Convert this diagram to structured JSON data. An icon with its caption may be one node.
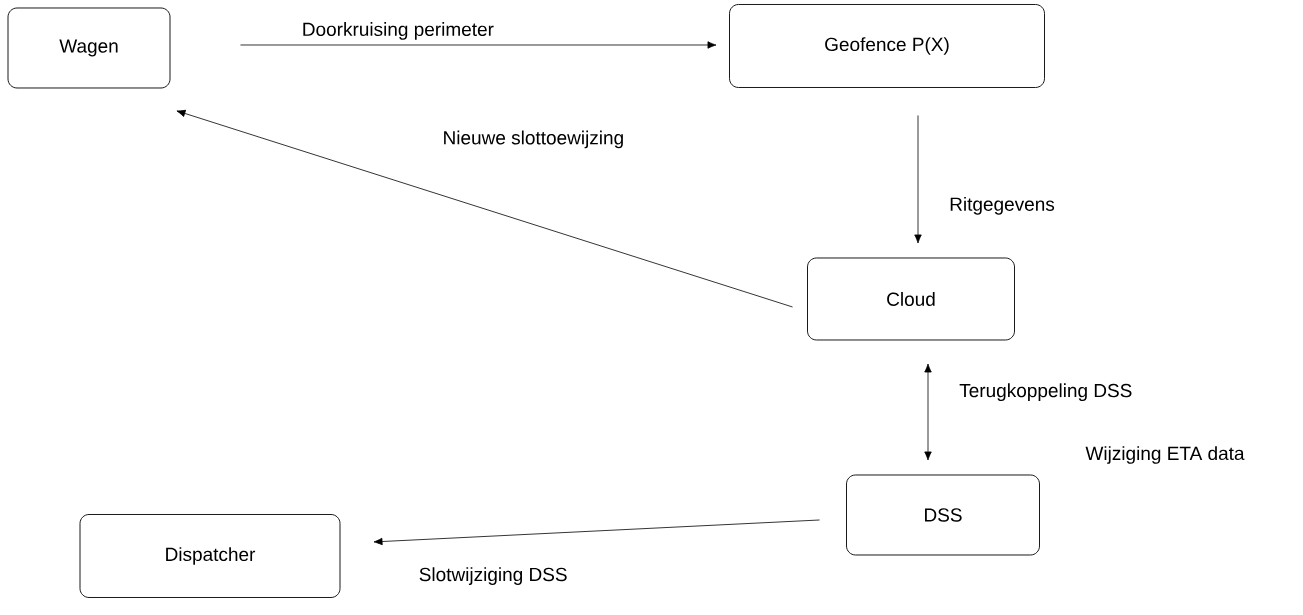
{
  "diagram": {
    "nodes": [
      {
        "text": [
          "Wagen"
        ]
      },
      {
        "text": [
          "Geofence P(X)"
        ]
      },
      {
        "text": [
          "Cloud"
        ]
      },
      {
        "text": [
          "DSS"
        ]
      },
      {
        "text": [
          "Dispatcher"
        ]
      }
    ],
    "edges": [
      {
        "from": 0,
        "to": 1,
        "arrow": "to",
        "label": "Doorkruising perimeter"
      },
      {
        "from": 1,
        "to": 2,
        "arrow": "to",
        "label": "Ritgegevens"
      },
      {
        "from": 2,
        "to": 0,
        "arrow": "to",
        "label": "Nieuwe slottoewijzing"
      },
      {
        "from": 2,
        "to": 3,
        "arrow": "both",
        "label": "Terugkoppeling DSS"
      },
      {
        "from": 3,
        "to": 4,
        "arrow": "to",
        "label": "Slotwijziging DSS"
      }
    ],
    "labels": [
      "Wijziging ETA data"
    ]
  }
}
